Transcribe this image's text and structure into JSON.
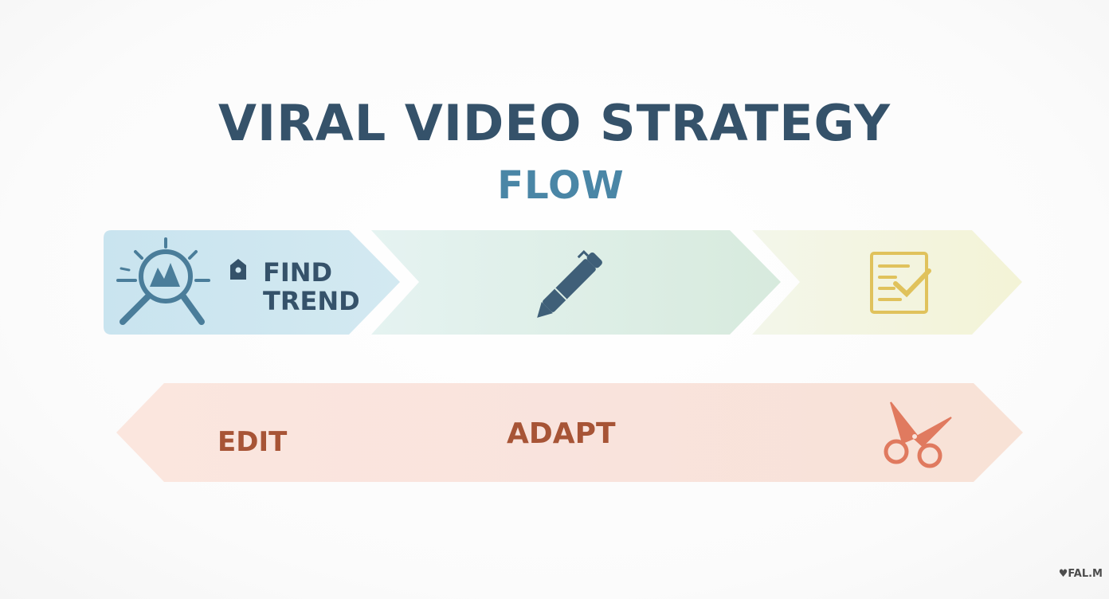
{
  "title": "VIRAL VIDEO STRATEGY",
  "subtitle": "FLOW",
  "steps": {
    "find_label": "FIND\nTREND",
    "edit_label": "EDIT",
    "adapt_label": "ADAPT"
  },
  "icons": {
    "find": "magnifier-icon",
    "write": "pen-icon",
    "review": "checklist-icon",
    "edit": "scissors-icon"
  },
  "colors": {
    "title": "#35526a",
    "subtitle": "#4a86a6",
    "find_bg": "#cfe6ef",
    "write_bg": "#dceee6",
    "review_bg": "#f4f5e2",
    "edit_bg": "#f9e3dc",
    "edit_text": "#a75436",
    "scissors": "#e07a5f",
    "checklist": "#e0c25c"
  },
  "watermark": "♥FAL.M"
}
